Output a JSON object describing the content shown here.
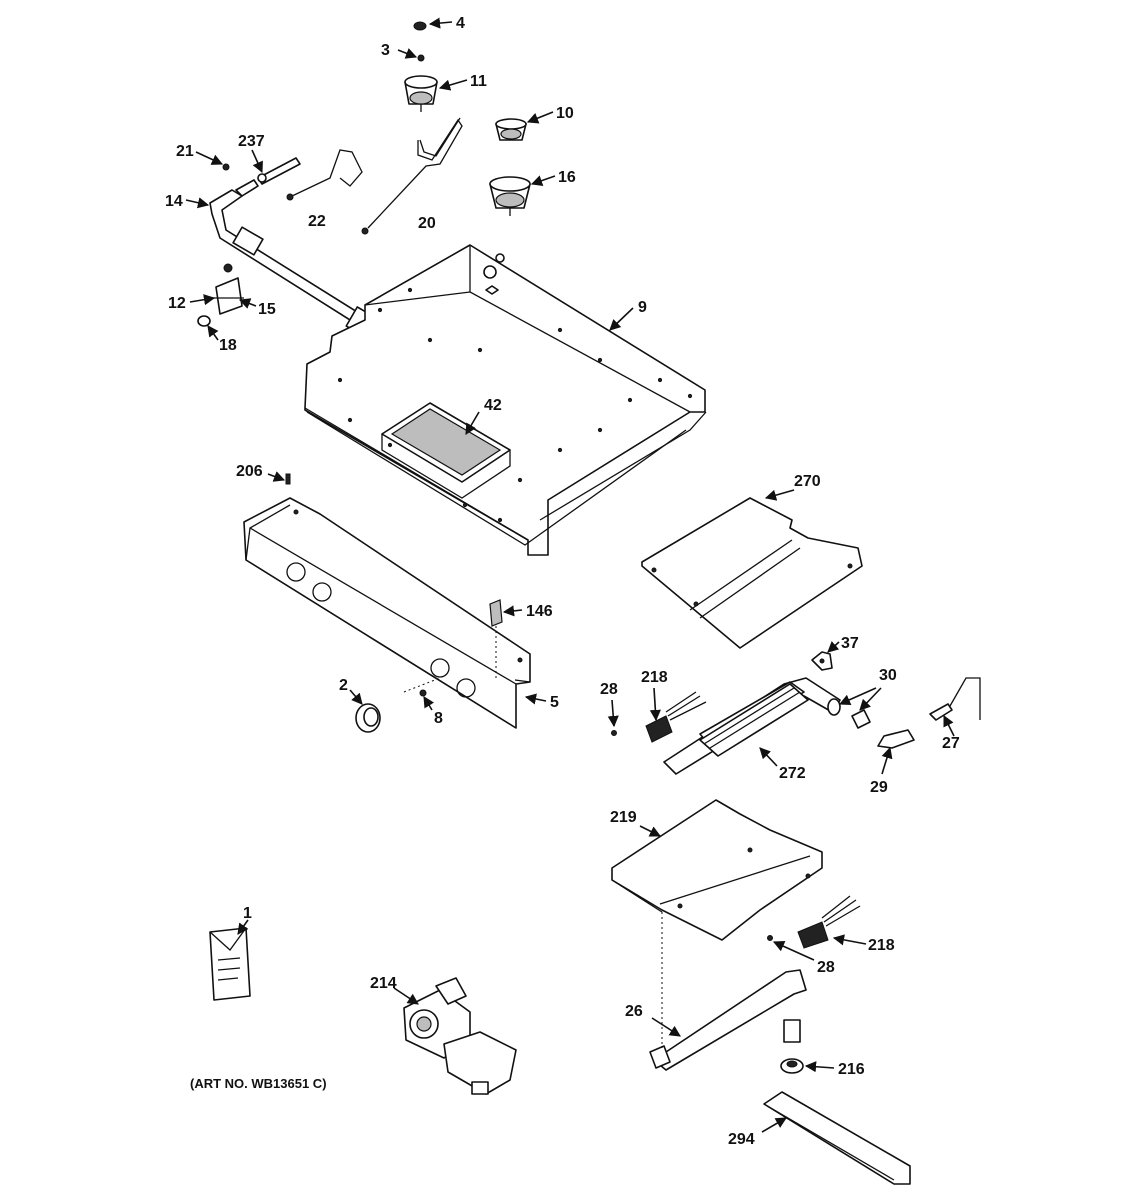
{
  "callouts": {
    "c1": "1",
    "c2": "2",
    "c3": "3",
    "c4": "4",
    "c5": "5",
    "c8": "8",
    "c9": "9",
    "c10": "10",
    "c11": "11",
    "c12": "12",
    "c14": "14",
    "c15": "15",
    "c16": "16",
    "c18": "18",
    "c20": "20",
    "c21": "21",
    "c22": "22",
    "c26": "26",
    "c27": "27",
    "c28a": "28",
    "c28b": "28",
    "c29": "29",
    "c30": "30",
    "c37": "37",
    "c42": "42",
    "c146": "146",
    "c206": "206",
    "c214": "214",
    "c216": "216",
    "c218a": "218",
    "c218b": "218",
    "c219": "219",
    "c237": "237",
    "c270": "270",
    "c272": "272",
    "c294": "294"
  },
  "art_number": "(ART NO. WB13651 C)"
}
